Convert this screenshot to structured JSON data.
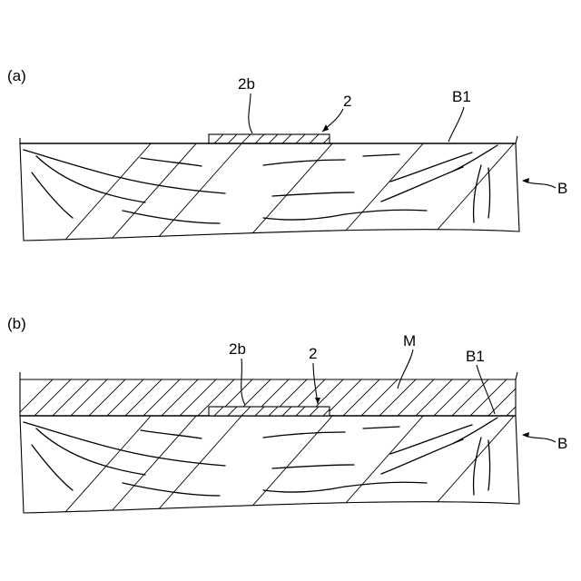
{
  "figure": {
    "panels": [
      {
        "id": "a",
        "caption": "(a)",
        "labels": {
          "part_2b": "2b",
          "part_2": "2",
          "surface_b1": "B1",
          "base_b": "B"
        }
      },
      {
        "id": "b",
        "caption": "(b)",
        "labels": {
          "part_2b": "2b",
          "part_2": "2",
          "layer_m": "M",
          "surface_b1": "B1",
          "base_b": "B"
        }
      }
    ]
  }
}
